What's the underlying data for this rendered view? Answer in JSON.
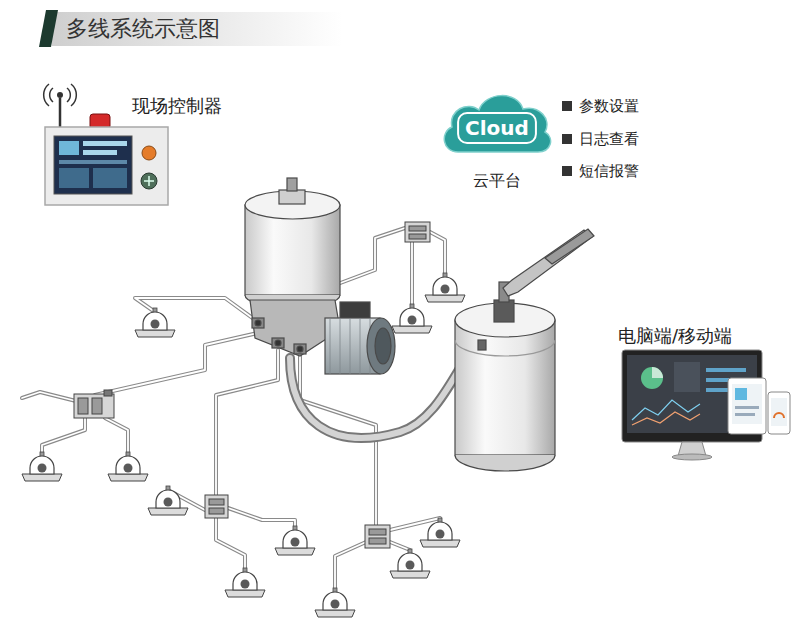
{
  "diagram": {
    "title": "多线系统示意图",
    "nodes": [
      {
        "text": [
          "现场控制器"
        ]
      },
      {
        "text": [
          "Cloud",
          "云平台"
        ]
      },
      {
        "text": [
          "电脑端/移动端"
        ]
      }
    ],
    "labels": [
      "参数设置",
      "日志查看",
      "短信报警"
    ]
  }
}
